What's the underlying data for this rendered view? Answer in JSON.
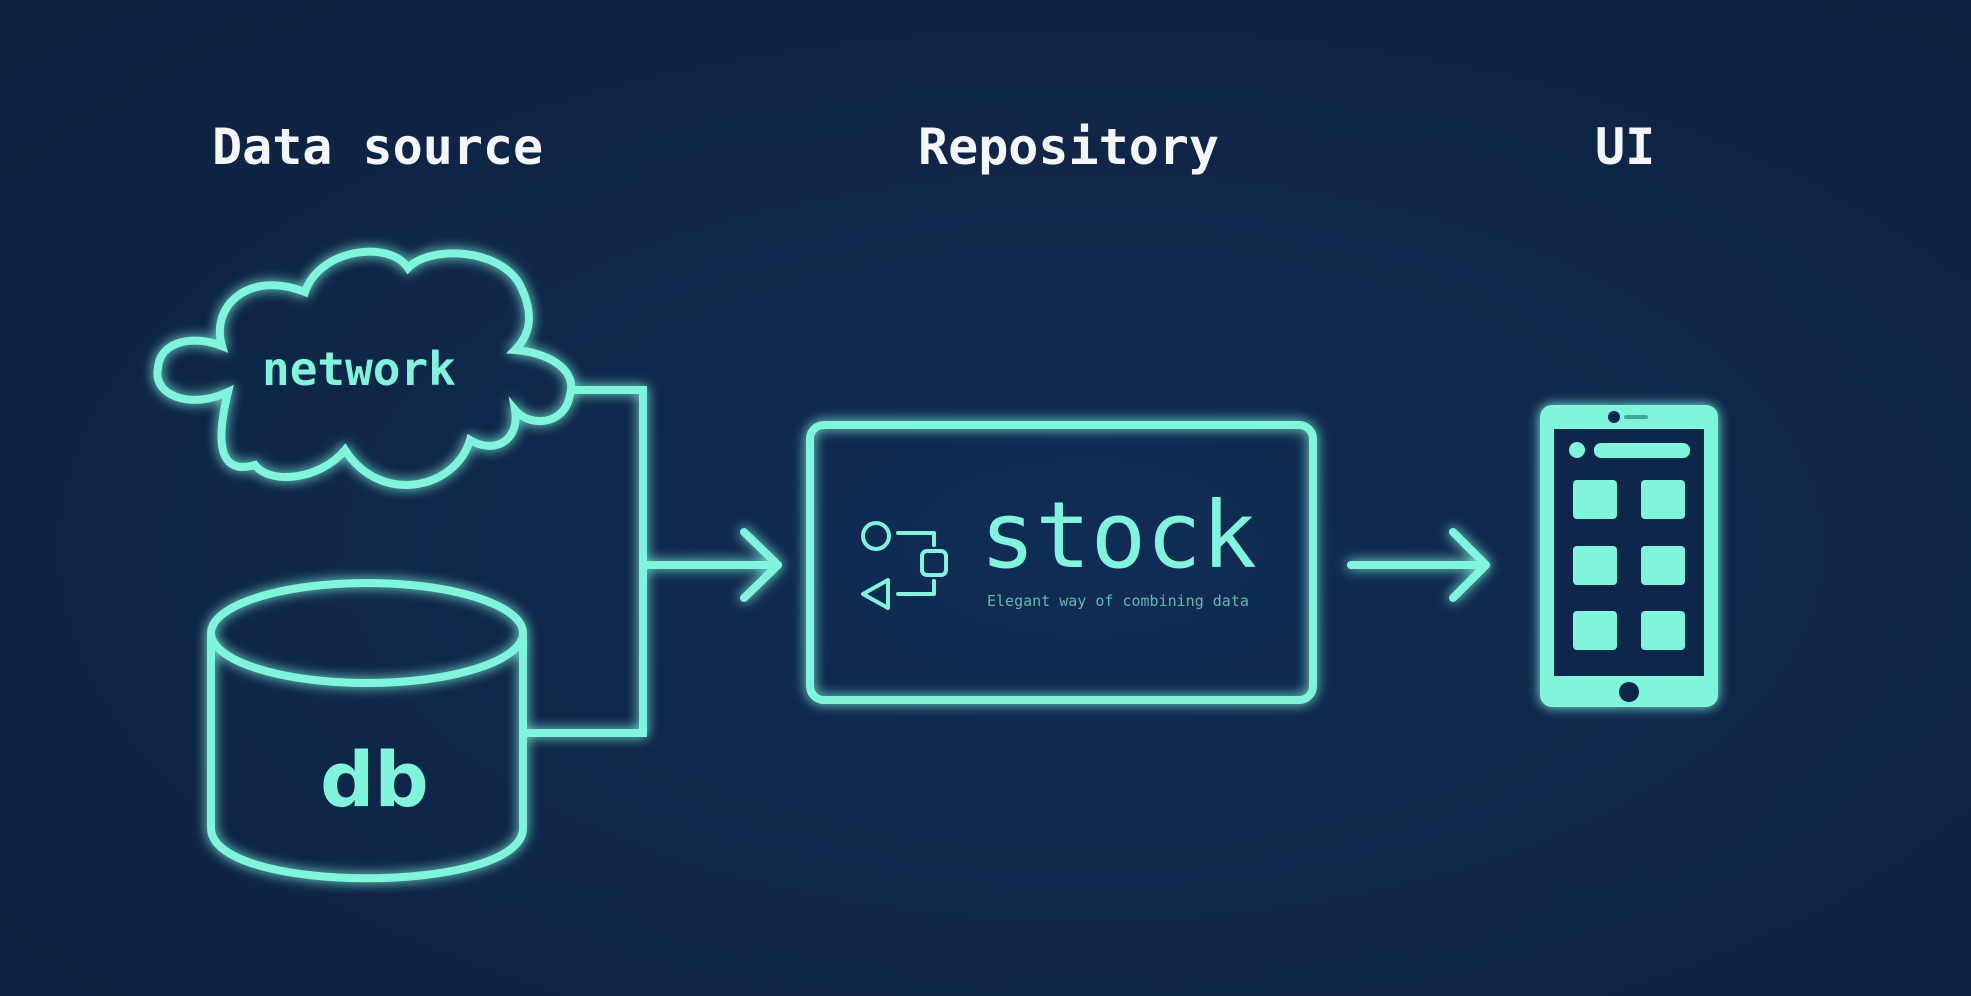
{
  "headings": {
    "data_source": "Data source",
    "repository": "Repository",
    "ui": "UI"
  },
  "sources": {
    "network": {
      "label": "network",
      "icon": "cloud-icon"
    },
    "db": {
      "label": "db",
      "icon": "database-icon"
    }
  },
  "repository": {
    "name": "stock",
    "tagline": "Elegant way of combining data",
    "icon": "flow-logo-icon"
  },
  "ui": {
    "icon": "smartphone-icon",
    "app_tiles": 6
  },
  "colors": {
    "accent": "#7ff5dc",
    "background": "#0f2749",
    "heading": "#f4f6fa",
    "tagline": "#64b8ad"
  }
}
